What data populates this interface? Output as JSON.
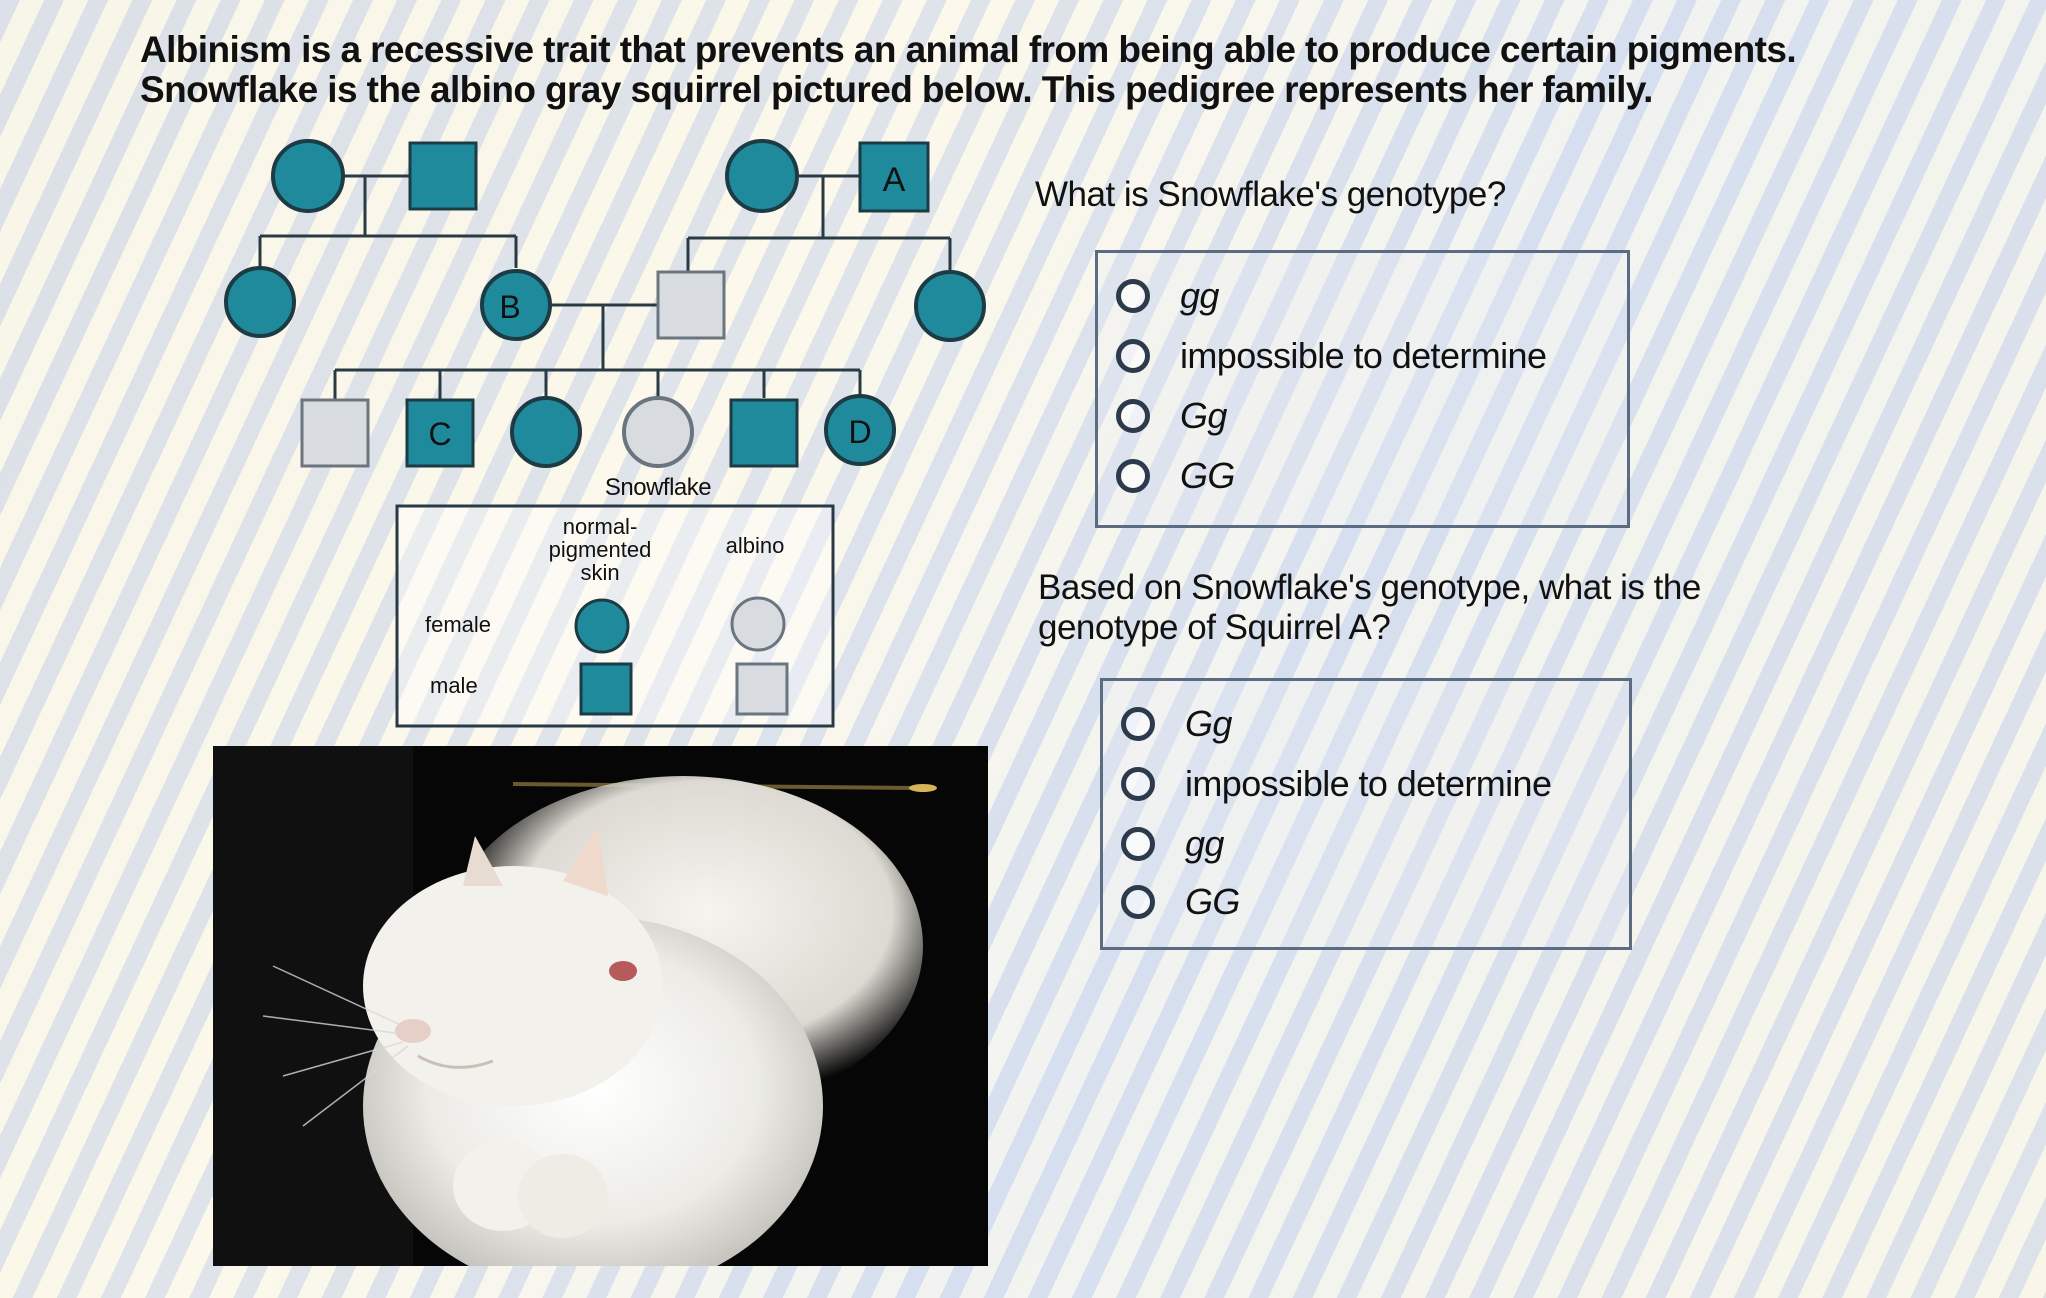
{
  "intro": "Albinism is a recessive trait that prevents an animal from being able to produce certain pigments. Snowflake is the albino gray squirrel pictured below. This pedigree represents her family.",
  "pedigree": {
    "labels": {
      "A": "A",
      "B": "B",
      "C": "C",
      "D": "D"
    },
    "snowflake_label": "Snowflake",
    "legend": {
      "col_normal": [
        "normal-",
        "pigmented",
        "skin"
      ],
      "col_albino": "albino",
      "row_female": "female",
      "row_male": "male"
    },
    "colors": {
      "affected_fill": "#1f8a9c",
      "albino_fill": "#d8dbe0",
      "line": "#2a3a44"
    }
  },
  "question1": {
    "text": "What is Snowflake's genotype?",
    "options": [
      {
        "label": "gg",
        "italic": true
      },
      {
        "label": "impossible to determine",
        "italic": false
      },
      {
        "label": "Gg",
        "italic": true
      },
      {
        "label": "GG",
        "italic": true
      }
    ]
  },
  "question2": {
    "text": "Based on Snowflake's genotype, what is the genotype of Squirrel A?",
    "options": [
      {
        "label": "Gg",
        "italic": true
      },
      {
        "label": "impossible to determine",
        "italic": false
      },
      {
        "label": "gg",
        "italic": true
      },
      {
        "label": "GG",
        "italic": true
      }
    ]
  },
  "photo": {
    "icon": "albino-squirrel-photo"
  }
}
